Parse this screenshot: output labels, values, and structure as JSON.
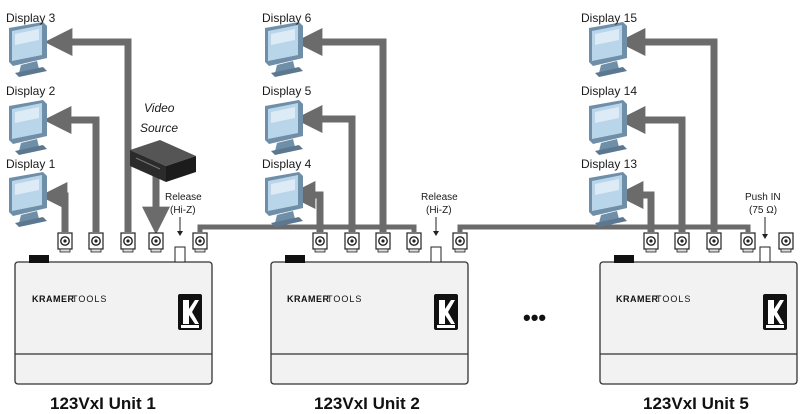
{
  "source": {
    "label_line1": "Video",
    "label_line2": "Source"
  },
  "displays": [
    {
      "label": "Display 3"
    },
    {
      "label": "Display 2"
    },
    {
      "label": "Display 1"
    },
    {
      "label": "Display 6"
    },
    {
      "label": "Display 5"
    },
    {
      "label": "Display 4"
    },
    {
      "label": "Display 15"
    },
    {
      "label": "Display 14"
    },
    {
      "label": "Display 13"
    }
  ],
  "annotations": {
    "release_1": "Release",
    "hiz_1": "(Hi-Z)",
    "release_2": "Release",
    "hiz_2": "(Hi-Z)",
    "push_in": "Push IN",
    "ohm": "(75 Ω)"
  },
  "units": [
    {
      "caption": "123VxI  Unit 1",
      "brand": "KRAMER",
      "tools": "TOOLS"
    },
    {
      "caption": "123VxI  Unit 2",
      "brand": "KRAMER",
      "tools": "TOOLS"
    },
    {
      "caption": "123VxI  Unit 5",
      "brand": "KRAMER",
      "tools": "TOOLS"
    }
  ],
  "ellipsis": "•••",
  "colors": {
    "cable": "#6b6b6b",
    "monitor": "#7f9fb8",
    "screen": "#b9d5ea",
    "unit_body": "#f2f2f2"
  }
}
